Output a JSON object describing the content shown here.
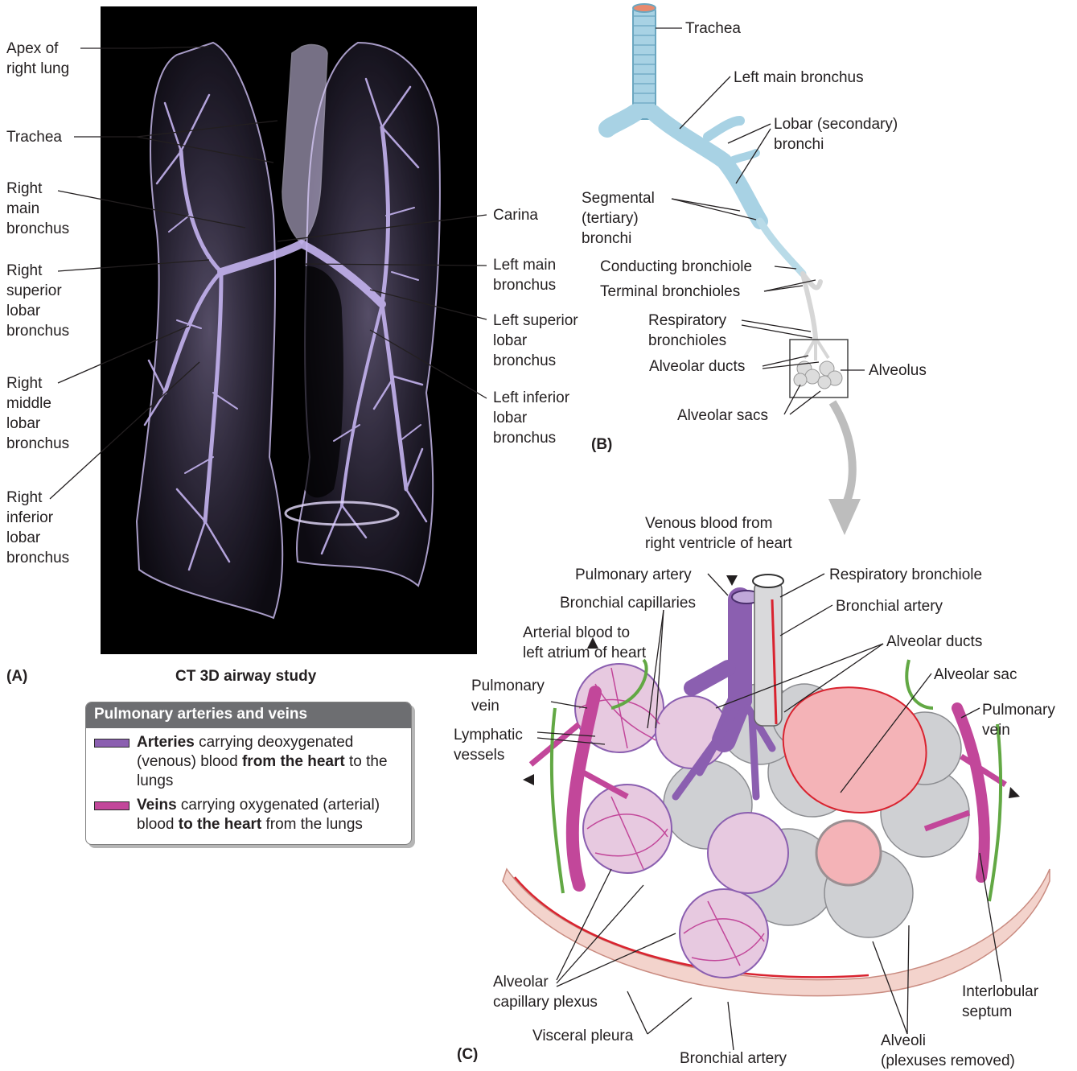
{
  "colors": {
    "artery": "#8b5fb0",
    "vein": "#c2479a",
    "bronchial_artery": "#d9232f",
    "lymphatic": "#62a844",
    "airway": "#a8d2e4",
    "legend_header": "#6d6e71"
  },
  "panel_a": {
    "letter": "(A)",
    "caption": "CT 3D airway study",
    "labels": {
      "apex": "Apex of\nright lung",
      "trachea": "Trachea",
      "right_main": "Right\nmain\nbronchus",
      "right_superior": "Right\nsuperior\nlobar\nbronchus",
      "right_middle": "Right\nmiddle\nlobar\nbronchus",
      "right_inferior": "Right\ninferior\nlobar\nbronchus",
      "carina": "Carina",
      "left_main": "Left main\nbronchus",
      "left_superior": "Left superior\nlobar\nbronchus",
      "left_inferior": "Left inferior\nlobar\nbronchus"
    }
  },
  "panel_b": {
    "letter": "(B)",
    "labels": {
      "trachea": "Trachea",
      "left_main": "Left main bronchus",
      "lobar": "Lobar (secondary)\nbronchi",
      "segmental": "Segmental\n(tertiary)\nbronchi",
      "conducting": "Conducting bronchiole",
      "terminal": "Terminal bronchioles",
      "respiratory": "Respiratory\nbronchioles",
      "alveolar_ducts": "Alveolar ducts",
      "alveolus": "Alveolus",
      "alveolar_sacs": "Alveolar sacs"
    }
  },
  "panel_c": {
    "letter": "(C)",
    "labels": {
      "venous_blood": "Venous blood from\nright ventricle of heart",
      "pulmonary_artery": "Pulmonary artery",
      "respiratory_bronchiole": "Respiratory bronchiole",
      "bronchial_capillaries": "Bronchial capillaries",
      "bronchial_artery_top": "Bronchial artery",
      "arterial_blood": "Arterial blood to\nleft atrium of heart",
      "alveolar_ducts": "Alveolar ducts",
      "alveolar_sac": "Alveolar sac",
      "pulmonary_vein_left": "Pulmonary\nvein",
      "pulmonary_vein_right": "Pulmonary\nvein",
      "lymphatic": "Lymphatic\nvessels",
      "alveolar_plexus": "Alveolar\ncapillary plexus",
      "visceral_pleura": "Visceral pleura",
      "bronchial_artery_bottom": "Bronchial artery",
      "interlobular": "Interlobular\nseptum",
      "alveoli": "Alveoli\n(plexuses removed)"
    }
  },
  "legend": {
    "title": "Pulmonary arteries and veins",
    "arteries_bold1": "Arteries",
    "arteries_text1": " carrying deoxygenated (venous) blood ",
    "arteries_bold2": "from the heart",
    "arteries_text2": " to the lungs",
    "veins_bold1": "Veins",
    "veins_text1": " carrying oxygenated (arterial) blood ",
    "veins_bold2": "to the heart",
    "veins_text2": " from the lungs"
  }
}
